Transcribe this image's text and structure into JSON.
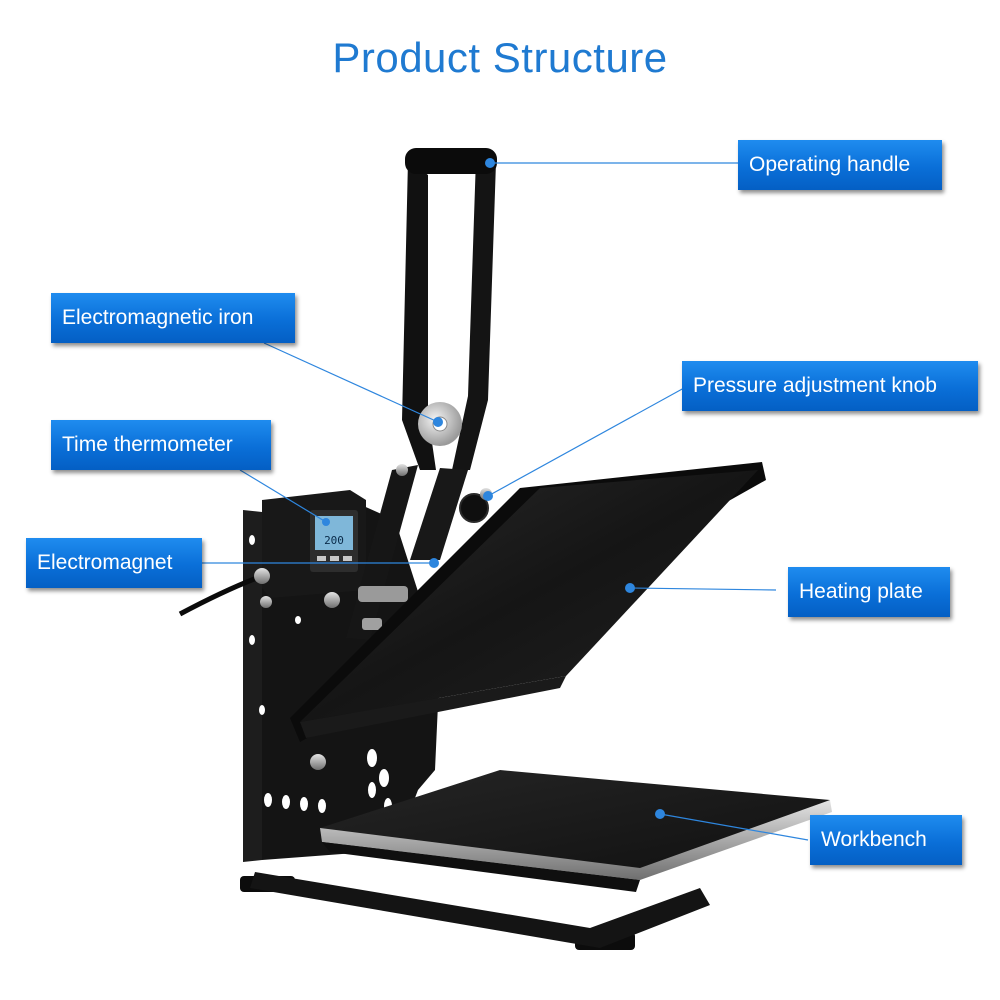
{
  "title": "Product Structure",
  "labels": {
    "operating_handle": "Operating handle",
    "electromagnetic_iron": "Electromagnetic iron",
    "pressure_adjustment_knob": "Pressure adjustment knob",
    "time_thermometer": "Time thermometer",
    "electromagnet": "Electromagnet",
    "heating_plate": "Heating plate",
    "workbench": "Workbench"
  },
  "controller_display": "200",
  "colors": {
    "title": "#1f7ad1",
    "label_background": "#0a6fd8",
    "label_text": "#ffffff",
    "leader_line": "#2e86de",
    "machine_body": "#111111"
  }
}
